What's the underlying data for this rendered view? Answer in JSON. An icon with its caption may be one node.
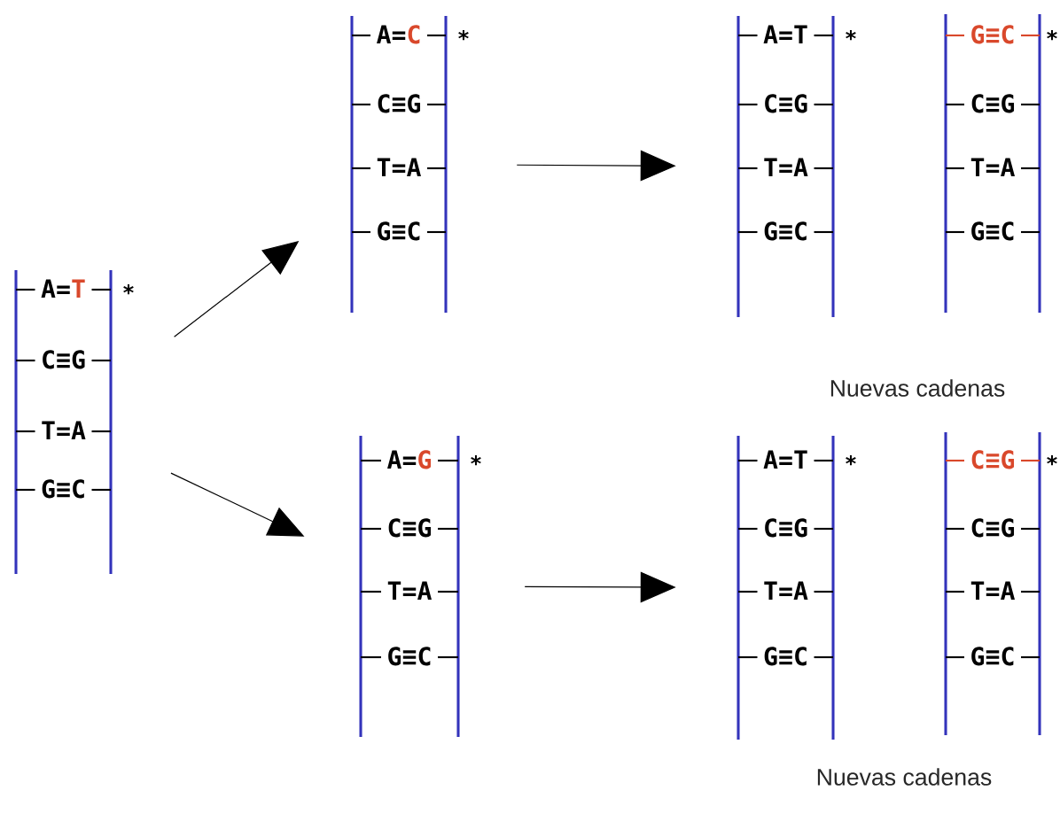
{
  "diagram": {
    "nodes": [
      {
        "text": [
          "A",
          "=",
          "T",
          "*",
          "C",
          "≡",
          "G",
          "T",
          "=",
          "A",
          "G",
          "≡",
          "C"
        ]
      },
      {
        "text": [
          "A",
          "=",
          "C",
          "*",
          "C",
          "≡",
          "G",
          "T",
          "=",
          "A",
          "G",
          "≡",
          "C"
        ]
      },
      {
        "text": [
          "A",
          "=",
          "T",
          "*",
          "C",
          "≡",
          "G",
          "T",
          "=",
          "A",
          "G",
          "≡",
          "C"
        ]
      },
      {
        "text": [
          "G",
          "≡",
          "C",
          "*",
          "C",
          "≡",
          "G",
          "T",
          "=",
          "A",
          "G",
          "≡",
          "C"
        ]
      },
      {
        "text": [
          "A",
          "=",
          "G",
          "*",
          "C",
          "≡",
          "G",
          "T",
          "=",
          "A",
          "G",
          "≡",
          "C"
        ]
      },
      {
        "text": [
          "A",
          "=",
          "T",
          "*",
          "C",
          "≡",
          "G",
          "T",
          "=",
          "A",
          "G",
          "≡",
          "C"
        ]
      },
      {
        "text": [
          "C",
          "≡",
          "G",
          "*",
          "C",
          "≡",
          "G",
          "T",
          "=",
          "A",
          "G",
          "≡",
          "C"
        ]
      }
    ],
    "edges": [
      {
        "from": 0,
        "to": 1,
        "arrow": "to"
      },
      {
        "from": 0,
        "to": 4,
        "arrow": "to"
      },
      {
        "from": 1,
        "to": 2,
        "arrow": "to"
      },
      {
        "from": 4,
        "to": 5,
        "arrow": "to"
      }
    ],
    "labels": [
      "Nuevas cadenas",
      "Nuevas cadenas"
    ]
  }
}
